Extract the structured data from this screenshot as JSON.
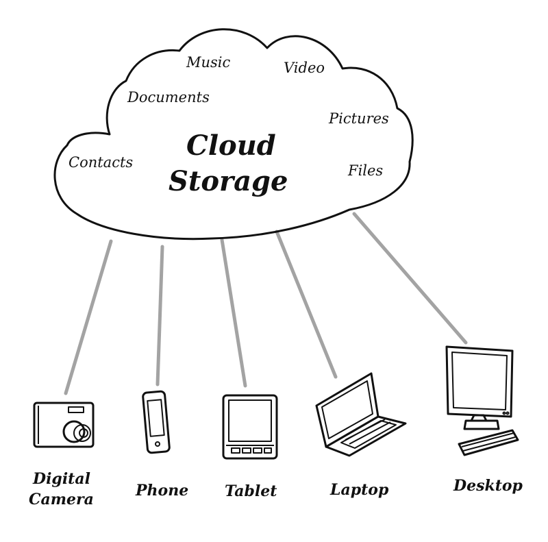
{
  "cloud": {
    "title_line1": "Cloud",
    "title_line2": "Storage",
    "items": [
      "Music",
      "Video",
      "Documents",
      "Pictures",
      "Contacts",
      "Files"
    ]
  },
  "devices": [
    {
      "label": "Digital",
      "label2": "Camera"
    },
    {
      "label": "Phone"
    },
    {
      "label": "Tablet"
    },
    {
      "label": "Laptop"
    },
    {
      "label": "Desktop"
    }
  ],
  "colors": {
    "ink": "#111111",
    "connector": "#a3a3a3",
    "background": "#ffffff"
  }
}
